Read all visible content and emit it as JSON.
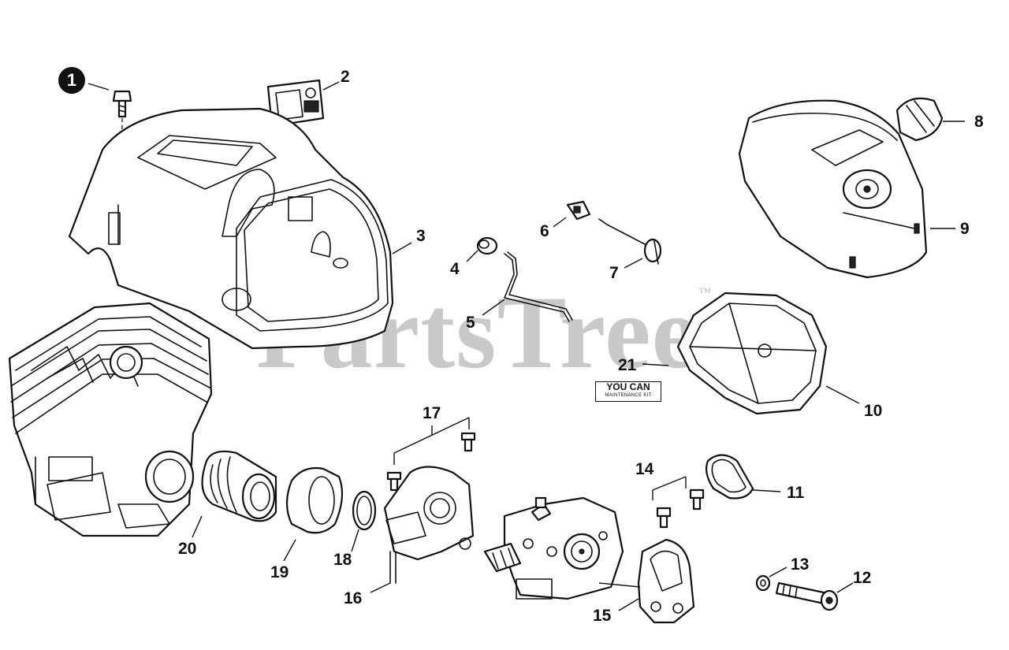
{
  "watermark": "PartsTree",
  "watermark_mark": "™",
  "kit_logo": {
    "line1": "YOU CAN",
    "line2": "MAINTENANCE KIT"
  },
  "callouts": {
    "c1": "1",
    "c2": "2",
    "c3": "3",
    "c4": "4",
    "c5": "5",
    "c6": "6",
    "c7": "7",
    "c8": "8",
    "c9": "9",
    "c10": "10",
    "c11": "11",
    "c12": "12",
    "c13": "13",
    "c14": "14",
    "c15": "15",
    "c16": "16",
    "c17": "17",
    "c18": "18",
    "c19": "19",
    "c20": "20",
    "c21": "21"
  }
}
